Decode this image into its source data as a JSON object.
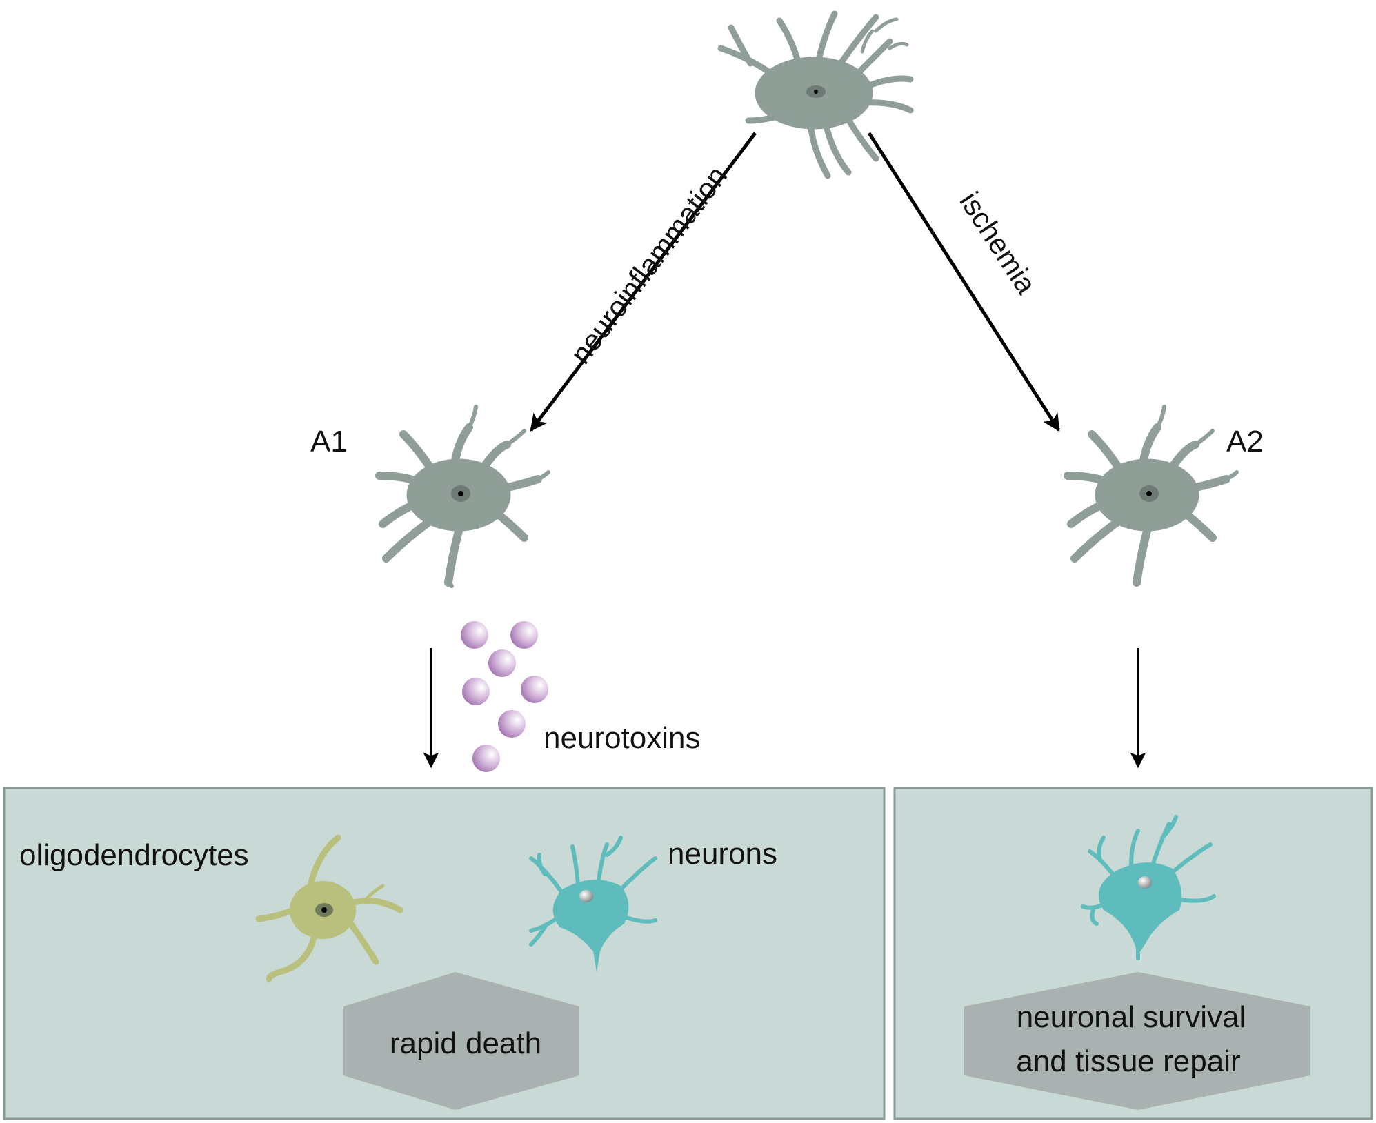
{
  "labels": {
    "edge_left": "neuroinflammation",
    "edge_right": "ischemia",
    "a1": "A1",
    "a2": "A2",
    "neurotoxins": "neurotoxins",
    "oligodendrocytes": "oligodendrocytes",
    "neurons": "neurons",
    "outcome_left": "rapid death",
    "outcome_right_line1": "neuronal survival",
    "outcome_right_line2": "and tissue repair"
  },
  "colors": {
    "astrocyte": "#8f9f98",
    "astrocyte_nucleus": "#6e7b75",
    "panel_bg": "#c9d9d5",
    "panel_border": "#8a9a96",
    "outcome_hex": "#a9b2b0",
    "neurotoxin": "#b58cc0",
    "oligodendrocyte": "#b9bf7d",
    "neuron": "#5fbcbd",
    "arrow": "#000000"
  },
  "icons": {
    "astrocyte_top": "resting-astrocyte-icon",
    "astrocyte_a1": "a1-astrocyte-icon",
    "astrocyte_a2": "a2-astrocyte-icon",
    "oligodendrocyte": "oligodendrocyte-icon",
    "neuron_left": "neuron-icon",
    "neuron_right": "neuron-icon",
    "neurotoxin": "neurotoxin-particle-icon"
  }
}
